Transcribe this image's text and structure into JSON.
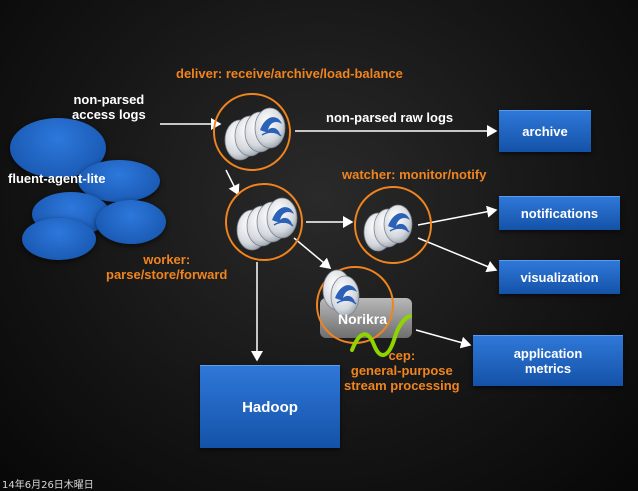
{
  "colors": {
    "background": "#141414",
    "box_blue": "#1f66c4",
    "accent_orange": "#f0841e",
    "arrow_white": "#ffffff",
    "node_silver": "#d9dde3",
    "bird_blue": "#2b62b8",
    "wave_green": "#8fd400"
  },
  "icons": {
    "fluentd_node": "bird-logo-icon",
    "norikra_wave": "wave-icon"
  },
  "labels": {
    "deliver": "deliver: receive/archive/load-balance",
    "non_parsed_access_logs": "non-parsed\naccess logs",
    "non_parsed_raw_logs": "non-parsed raw logs",
    "watcher": "watcher: monitor/notify",
    "worker": "worker:\nparse/store/forward",
    "cep": "cep:\ngeneral-purpose\nstream processing",
    "fluent_agent_lite": "fluent-agent-lite"
  },
  "boxes": {
    "archive": "archive",
    "notifications": "notifications",
    "visualization": "visualization",
    "application_metrics": "application\nmetrics",
    "hadoop": "Hadoop",
    "norikra": "Norikra"
  },
  "footer": {
    "timestamp": "14年6月26日木曜日"
  }
}
